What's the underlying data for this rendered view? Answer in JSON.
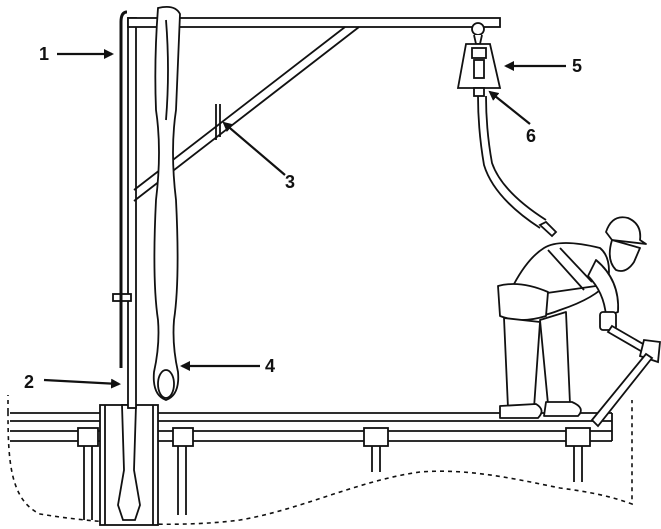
{
  "callouts": [
    {
      "number": "1"
    },
    {
      "number": "2"
    },
    {
      "number": "3"
    },
    {
      "number": "4"
    },
    {
      "number": "5"
    },
    {
      "number": "6"
    }
  ],
  "colors": {
    "ink": "#111111",
    "background": "#ffffff"
  }
}
